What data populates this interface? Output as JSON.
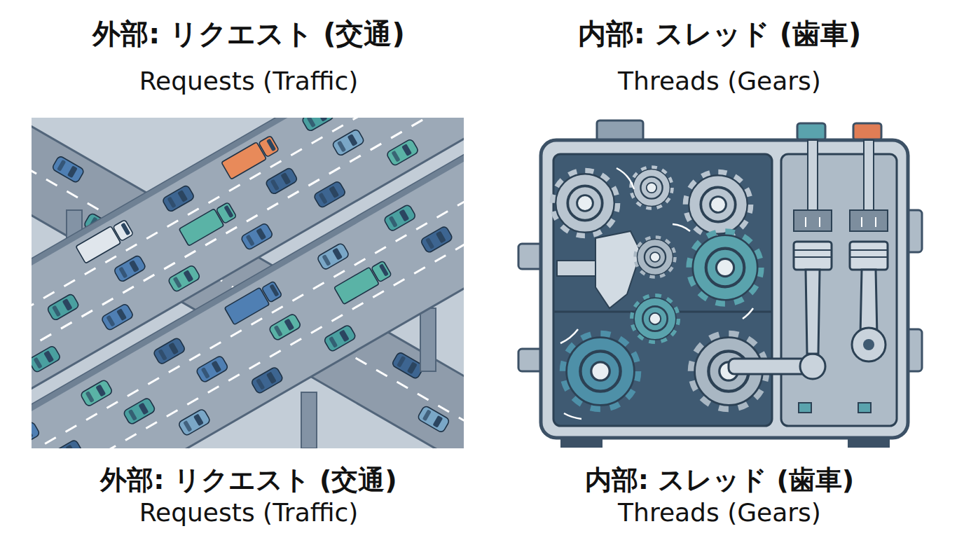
{
  "diagram": {
    "labels": [
      "外部: リクエスト (交通)",
      "Requests (Traffic)",
      "内部: スレッド (歯車)",
      "Threads (Gears)",
      "外部: リクエスト (交通)",
      "Requests (Traffic)",
      "内部: スレッド (歯車)",
      "Threads (Gears)"
    ]
  }
}
